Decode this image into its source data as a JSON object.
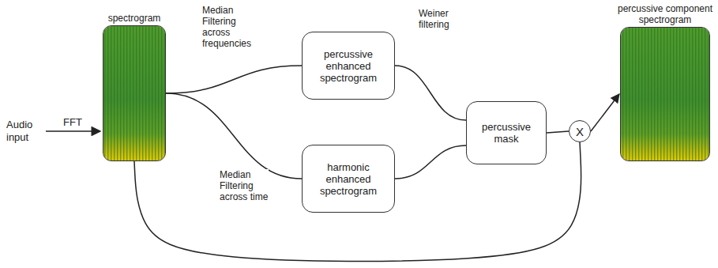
{
  "diagram": {
    "nodes": [
      {
        "text": [
          "spectrogram"
        ]
      },
      {
        "text": [
          "percussive enhanced spectrogram"
        ]
      },
      {
        "text": [
          "harmonic enhanced spectrogram"
        ]
      },
      {
        "text": [
          "percussive mask"
        ]
      },
      {
        "text": [
          "X"
        ]
      },
      {
        "text": [
          "percussive component spectrogram"
        ]
      }
    ],
    "edges": [
      {
        "from": 0,
        "to": 1,
        "label": "Median Filtering across frequencies",
        "arrow": "none"
      },
      {
        "from": 0,
        "to": 2,
        "label": "Median Filtering across time",
        "arrow": "none"
      },
      {
        "from": 1,
        "to": 3,
        "label": "Weiner filtering",
        "arrow": "none"
      },
      {
        "from": 2,
        "to": 3,
        "arrow": "none"
      },
      {
        "from": 3,
        "to": 4,
        "arrow": "none"
      },
      {
        "from": 4,
        "to": 5,
        "arrow": "to"
      },
      {
        "from": 0,
        "to": 4,
        "arrow": "none"
      }
    ],
    "labels": [
      "Audio input",
      "FFT"
    ]
  }
}
